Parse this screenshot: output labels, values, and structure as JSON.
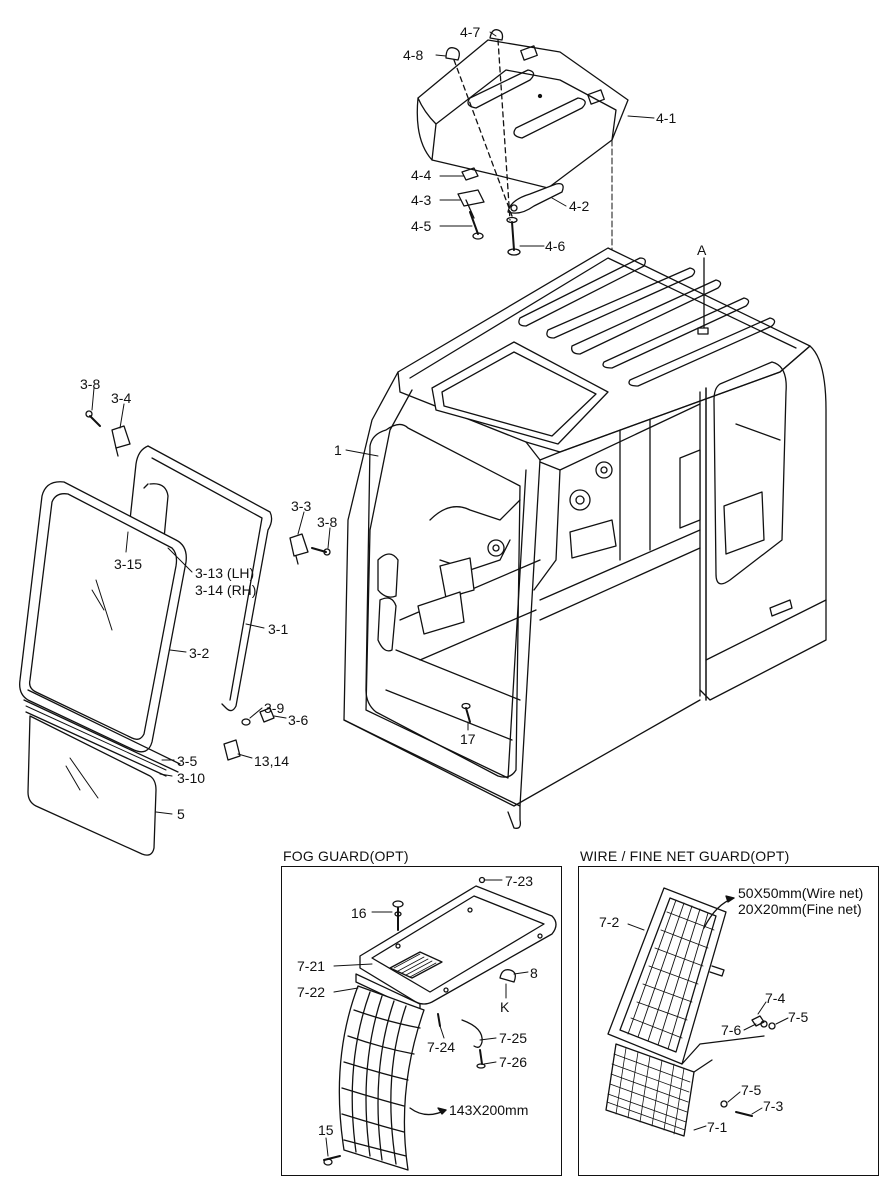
{
  "labels": {
    "p4_7": "4-7",
    "p4_8": "4-8",
    "p4_1": "4-1",
    "p4_4": "4-4",
    "p4_3": "4-3",
    "p4_2": "4-2",
    "p4_5": "4-5",
    "p4_6": "4-6",
    "pA": "A",
    "p3_8a": "3-8",
    "p3_4": "3-4",
    "p1": "1",
    "p3_3": "3-3",
    "p3_8b": "3-8",
    "p3_15": "3-15",
    "p3_13": "3-13 (LH)",
    "p3_14": "3-14 (RH)",
    "p3_1": "3-1",
    "p3_2": "3-2",
    "p3_9": "3-9",
    "p3_6": "3-6",
    "p13_14": "13,14",
    "p17": "17",
    "p3_5": "3-5",
    "p3_10": "3-10",
    "p5": "5"
  },
  "fog_guard": {
    "title": "FOG GUARD(OPT)",
    "labels": {
      "p7_23": "7-23",
      "p16": "16",
      "p7_21": "7-21",
      "p8": "8",
      "p7_22": "7-22",
      "pK": "K",
      "p7_25": "7-25",
      "p7_24": "7-24",
      "p7_26": "7-26",
      "dim": "143X200mm",
      "p15": "15"
    }
  },
  "wire_guard": {
    "title": "WIRE / FINE NET GUARD(OPT)",
    "labels": {
      "wire_net": "50X50mm(Wire net)",
      "fine_net": "20X20mm(Fine net)",
      "p7_2": "7-2",
      "p7_4": "7-4",
      "p7_6": "7-6",
      "p7_5a": "7-5",
      "p7_5b": "7-5",
      "p7_3": "7-3",
      "p7_1": "7-1"
    }
  }
}
